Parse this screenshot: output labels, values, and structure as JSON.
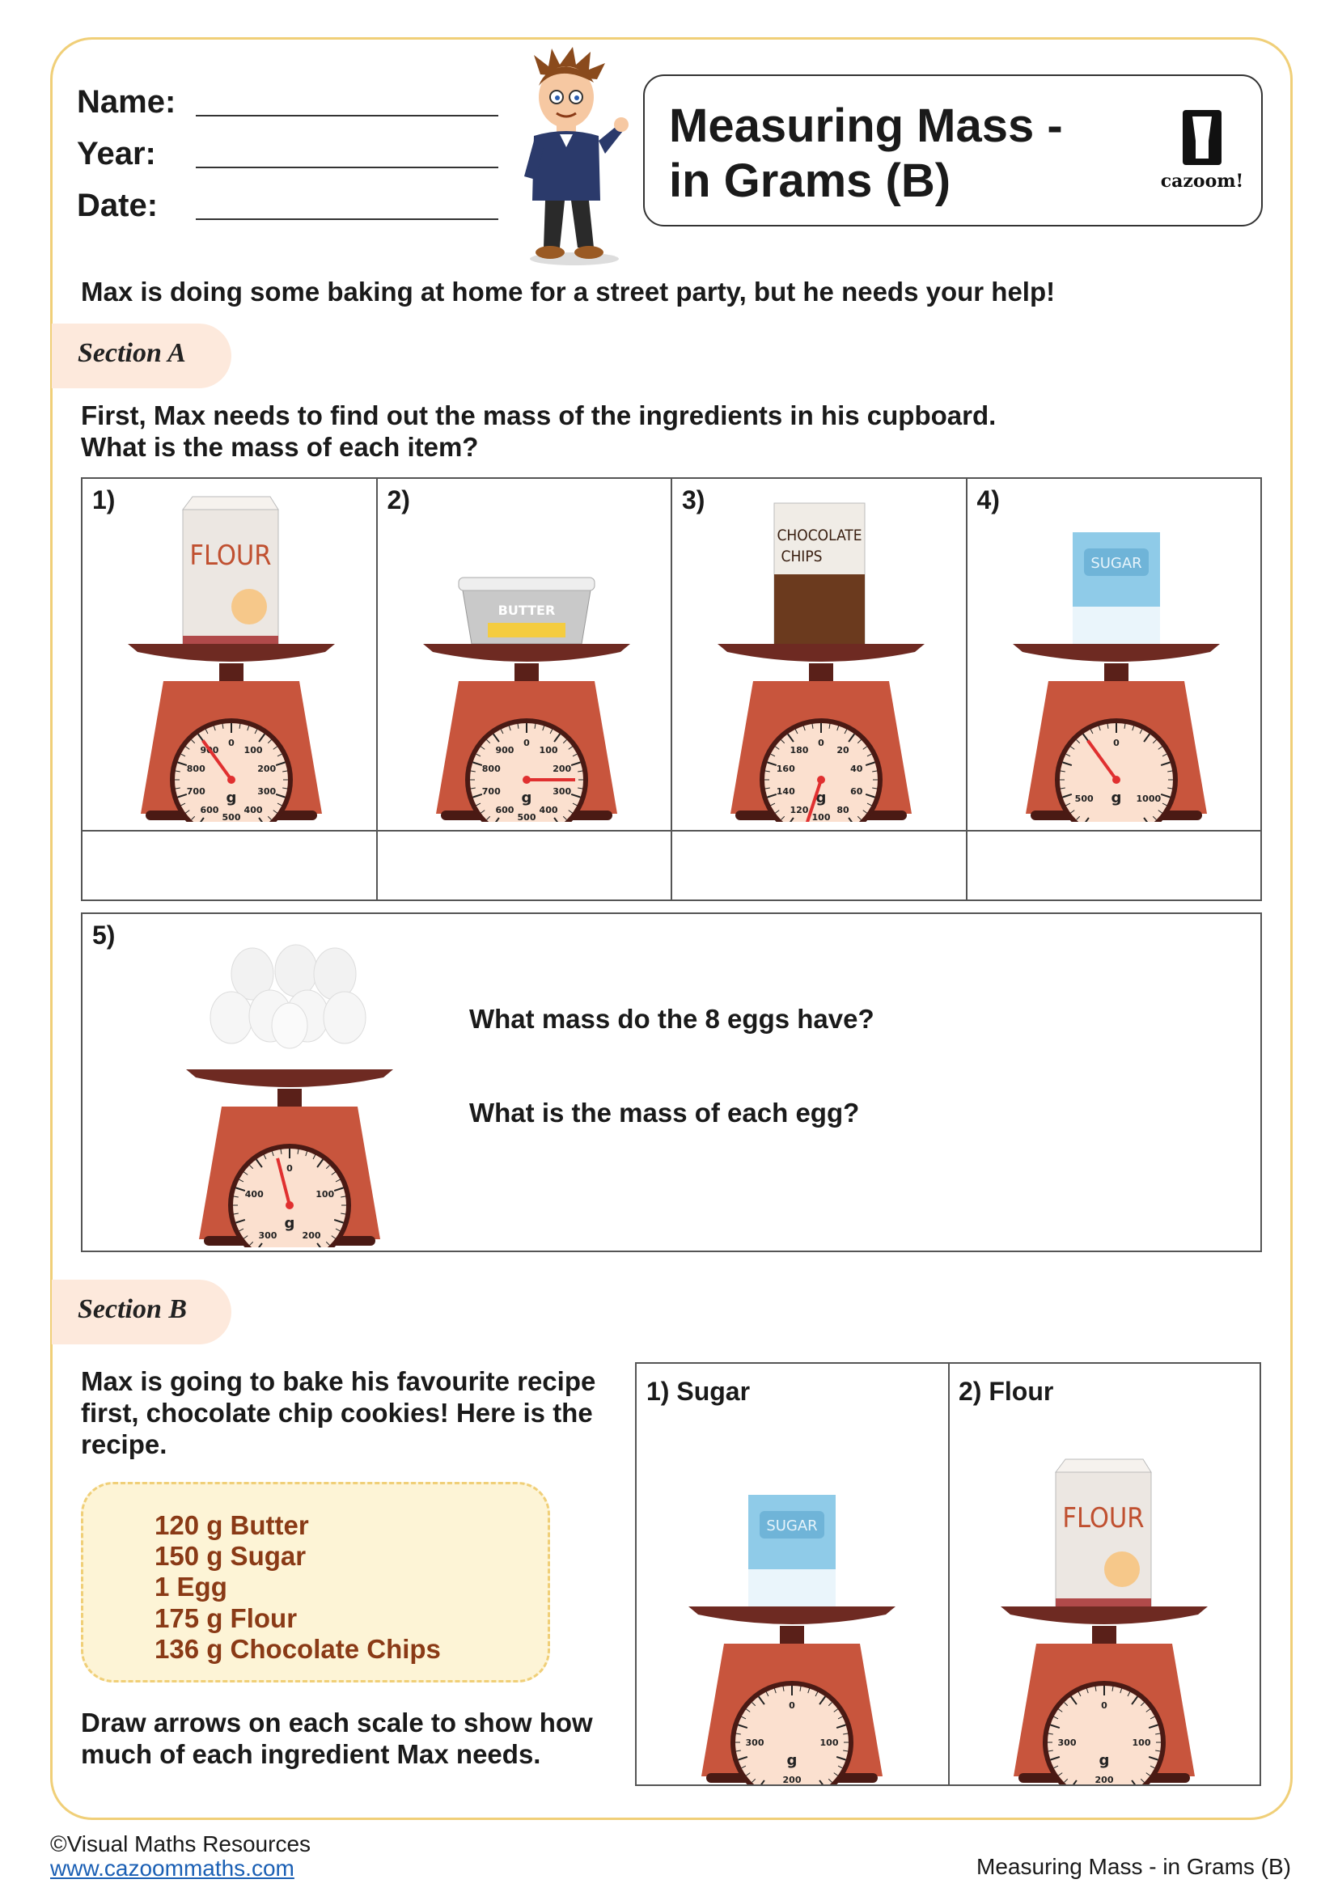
{
  "header": {
    "name_label": "Name:",
    "year_label": "Year:",
    "date_label": "Date:",
    "title_line1": "Measuring Mass -",
    "title_line2": "in Grams (B)",
    "logo_text": "cazoom!"
  },
  "intro": "Max is doing some baking at home for a street party, but he needs your help!",
  "section_a": {
    "tab": "Section A",
    "instruction_line1": "First, Max needs to find out the mass of the ingredients in his cupboard.",
    "instruction_line2": "What is the mass of each item?",
    "items": [
      {
        "num": "1)",
        "ingredient_label": "FLOUR",
        "dial_labels": [
          "0",
          "100",
          "200",
          "300",
          "400",
          "500",
          "600",
          "700",
          "800",
          "900"
        ],
        "unit": "g",
        "pointer_value": 900,
        "max": 1000
      },
      {
        "num": "2)",
        "ingredient_label": "BUTTER",
        "dial_labels": [
          "0",
          "100",
          "200",
          "300",
          "400",
          "500",
          "600",
          "700",
          "800",
          "900"
        ],
        "unit": "g",
        "pointer_value": 250,
        "max": 1000
      },
      {
        "num": "3)",
        "ingredient_label_line1": "CHOCOLATE",
        "ingredient_label_line2": "CHIPS",
        "dial_labels": [
          "0",
          "20",
          "40",
          "60",
          "80",
          "100",
          "120",
          "140",
          "160",
          "180"
        ],
        "unit": "g",
        "pointer_value": 110,
        "max": 200
      },
      {
        "num": "4)",
        "ingredient_label": "SUGAR",
        "dial_labels": [
          "0",
          "1000",
          "500"
        ],
        "unit": "g",
        "pointer_value": 1800,
        "max": 2000
      }
    ],
    "q5": {
      "num": "5)",
      "question1": "What mass do the 8 eggs have?",
      "question2": "What is the mass of each egg?",
      "dial_labels": [
        "0",
        "100",
        "200",
        "300",
        "400"
      ],
      "unit": "g",
      "pointer_value": 480,
      "max": 500
    }
  },
  "section_b": {
    "tab": "Section B",
    "text_line1": "Max is going to bake his favourite recipe",
    "text_line2": "first, chocolate chip cookies! Here is the",
    "text_line3": "recipe.",
    "recipe": [
      "120 g Butter",
      "150 g Sugar",
      "1 Egg",
      "175 g Flour",
      "136 g Chocolate Chips"
    ],
    "draw_line1": "Draw arrows on each scale to show how",
    "draw_line2": "much of each ingredient Max needs.",
    "scales": [
      {
        "label": "1)  Sugar",
        "ingredient_label": "SUGAR",
        "dial_labels": [
          "0",
          "100",
          "200",
          "300"
        ],
        "unit": "g"
      },
      {
        "label": "2)  Flour",
        "ingredient_label": "FLOUR",
        "dial_labels": [
          "0",
          "100",
          "200",
          "300"
        ],
        "unit": "g"
      }
    ]
  },
  "footer": {
    "copyright": "©Visual Maths Resources",
    "link": "www.cazoommaths.com",
    "right": "Measuring Mass - in Grams (B)"
  },
  "colors": {
    "scale_body": "#c8553d",
    "dial_face": "#fbe0cf",
    "pointer": "#e03030",
    "frame_border": "#f0cf78",
    "section_tab": "#fde9dc"
  }
}
